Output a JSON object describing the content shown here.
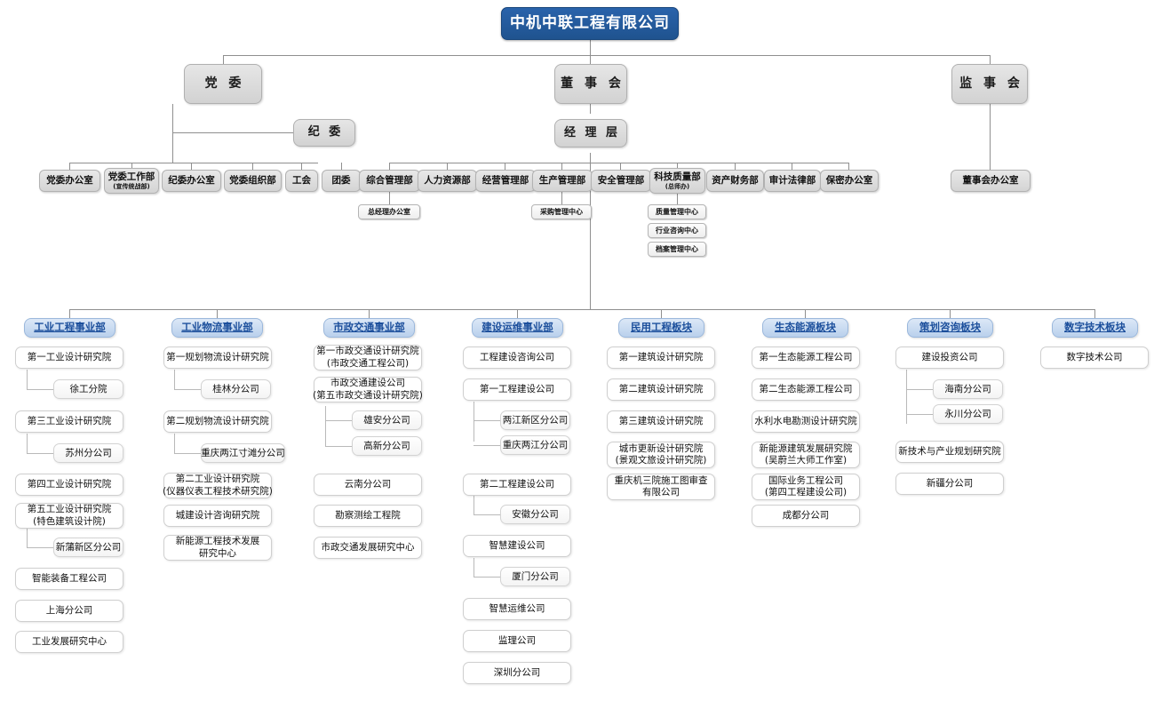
{
  "root": {
    "label": "中机中联工程有限公司"
  },
  "governance": {
    "party_committee": "党   委",
    "board": "董 事 会",
    "supervisory": "监 事 会",
    "discipline": "纪   委",
    "management": "经 理 层"
  },
  "party_departments": [
    {
      "label": "党委办公室"
    },
    {
      "label": "党委工作部",
      "sub": "(宣传统战部)"
    },
    {
      "label": "纪委办公室"
    },
    {
      "label": "党委组织部"
    },
    {
      "label": "工会"
    },
    {
      "label": "团委"
    }
  ],
  "management_departments": [
    {
      "label": "综合管理部",
      "centers": [
        "总经理办公室"
      ]
    },
    {
      "label": "人力资源部",
      "centers": []
    },
    {
      "label": "经营管理部",
      "centers": []
    },
    {
      "label": "生产管理部",
      "centers": [
        "采购管理中心"
      ]
    },
    {
      "label": "安全管理部",
      "centers": []
    },
    {
      "label": "科技质量部",
      "sub": "(总师办)",
      "centers": [
        "质量管理中心",
        "行业咨询中心",
        "档案管理中心"
      ]
    },
    {
      "label": "资产财务部",
      "centers": []
    },
    {
      "label": "审计法律部",
      "centers": []
    },
    {
      "label": "保密办公室",
      "centers": []
    }
  ],
  "board_office": {
    "label": "董事会办公室"
  },
  "sections": [
    {
      "header": "工业工程事业部",
      "units": [
        {
          "label": "第一工业设计研究院",
          "level": 0
        },
        {
          "label": "徐工分院",
          "level": 1
        },
        {
          "label": "第三工业设计研究院",
          "level": 0
        },
        {
          "label": "苏州分公司",
          "level": 1
        },
        {
          "label": "第四工业设计研究院",
          "level": 0
        },
        {
          "label": "第五工业设计研究院",
          "line2": "(特色建筑设计院)",
          "level": 0
        },
        {
          "label": "新蒲新区分公司",
          "level": 1
        },
        {
          "label": "智能装备工程公司",
          "level": 0
        },
        {
          "label": "上海分公司",
          "level": 0
        },
        {
          "label": "工业发展研究中心",
          "level": 0
        }
      ]
    },
    {
      "header": "工业物流事业部",
      "units": [
        {
          "label": "第一规划物流设计研究院",
          "level": 0
        },
        {
          "label": "桂林分公司",
          "level": 1
        },
        {
          "label": "第二规划物流设计研究院",
          "level": 0
        },
        {
          "label": "重庆两江寸滩分公司",
          "level": 1
        },
        {
          "label": "第二工业设计研究院",
          "line2": "(仪器仪表工程技术研究院)",
          "level": 0
        },
        {
          "label": "城建设计咨询研究院",
          "level": 0
        },
        {
          "label": "新能源工程技术发展",
          "line2": "研究中心",
          "level": 0
        }
      ]
    },
    {
      "header": "市政交通事业部",
      "units": [
        {
          "label": "第一市政交通设计研究院",
          "line2": "(市政交通工程公司)",
          "level": 0
        },
        {
          "label": "市政交通建设公司",
          "line2": "(第五市政交通设计研究院)",
          "level": 0
        },
        {
          "label": "雄安分公司",
          "level": 1
        },
        {
          "label": "高新分公司",
          "level": 1
        },
        {
          "label": "云南分公司",
          "level": 0
        },
        {
          "label": "勘察测绘工程院",
          "level": 0
        },
        {
          "label": "市政交通发展研究中心",
          "level": 0
        }
      ]
    },
    {
      "header": "建设运维事业部",
      "units": [
        {
          "label": "工程建设咨询公司",
          "level": 0
        },
        {
          "label": "第一工程建设公司",
          "level": 0
        },
        {
          "label": "两江新区分公司",
          "level": 1
        },
        {
          "label": "重庆两江分公司",
          "level": 1
        },
        {
          "label": "第二工程建设公司",
          "level": 0
        },
        {
          "label": "安徽分公司",
          "level": 1
        },
        {
          "label": "智慧建设公司",
          "level": 0
        },
        {
          "label": "厦门分公司",
          "level": 1
        },
        {
          "label": "智慧运维公司",
          "level": 0
        },
        {
          "label": "监理公司",
          "level": 0
        },
        {
          "label": "深圳分公司",
          "level": 0
        }
      ]
    },
    {
      "header": "民用工程板块",
      "units": [
        {
          "label": "第一建筑设计研究院",
          "level": 0
        },
        {
          "label": "第二建筑设计研究院",
          "level": 0
        },
        {
          "label": "第三建筑设计研究院",
          "level": 0
        },
        {
          "label": "城市更新设计研究院",
          "line2": "(景观文旅设计研究院)",
          "level": 0
        },
        {
          "label": "重庆机三院施工图审查",
          "line2": "有限公司",
          "level": 0
        }
      ]
    },
    {
      "header": "生态能源板块",
      "units": [
        {
          "label": "第一生态能源工程公司",
          "level": 0
        },
        {
          "label": "第二生态能源工程公司",
          "level": 0
        },
        {
          "label": "水利水电勘测设计研究院",
          "level": 0
        },
        {
          "label": "新能源建筑发展研究院",
          "line2": "(吴蔚兰大师工作室)",
          "level": 0
        },
        {
          "label": "国际业务工程公司",
          "line2": "(第四工程建设公司)",
          "level": 0
        },
        {
          "label": "成都分公司",
          "level": 0
        }
      ]
    },
    {
      "header": "策划咨询板块",
      "units": [
        {
          "label": "建设投资公司",
          "level": 0
        },
        {
          "label": "海南分公司",
          "level": 1
        },
        {
          "label": "永川分公司",
          "level": 1
        },
        {
          "label": "新技术与产业规划研究院",
          "level": 0
        },
        {
          "label": "新疆分公司",
          "level": 0
        }
      ]
    },
    {
      "header": "数字技术板块",
      "units": [
        {
          "label": "数字技术公司",
          "level": 0
        }
      ]
    }
  ],
  "colors": {
    "root_bg": "#215aa0",
    "section_header_text": "#1c4f9c",
    "section_header_bg": "#c8dbf0",
    "box_grey": "#dedede",
    "line": "#8f8f8f"
  }
}
